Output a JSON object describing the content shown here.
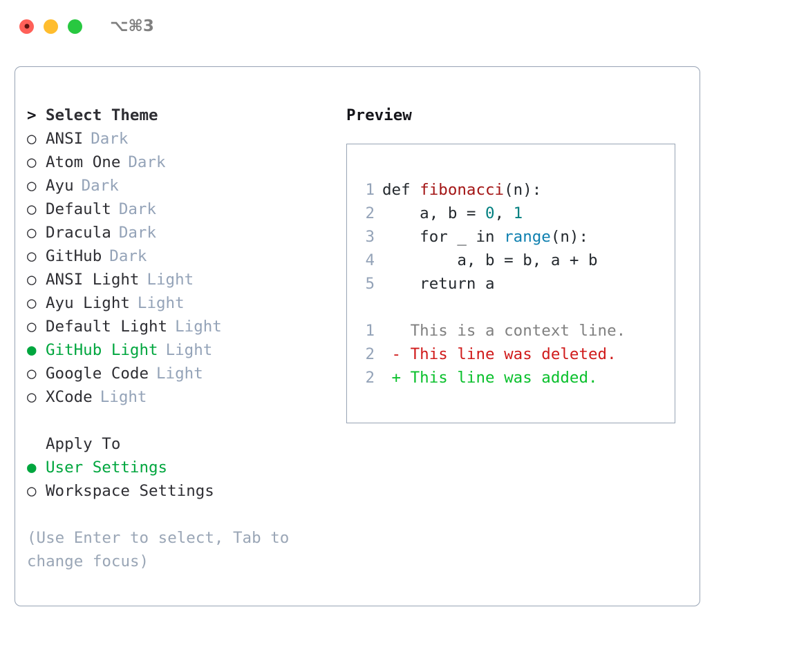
{
  "titlebar": {
    "traffic_lights": [
      {
        "name": "close",
        "color": "#ff6058"
      },
      {
        "name": "minimize",
        "color": "#ffbd2e"
      },
      {
        "name": "zoom",
        "color": "#28c840"
      }
    ],
    "shortcut": "⌥⌘3"
  },
  "colors": {
    "accent_green": "#00a63e",
    "muted": "#94a3b8",
    "text": "#2e2e33",
    "border": "#97a3b4",
    "diff_add": "#0ac02c",
    "diff_del": "#d01b1b",
    "code_func": "#a31515",
    "code_builtin": "#0f80b0",
    "code_num": "#007f7f"
  },
  "theme_picker": {
    "prompt_marker": ">",
    "title": "Select Theme",
    "bullet_empty": "○",
    "bullet_filled": "●",
    "items": [
      {
        "name": "ANSI",
        "tag": "Dark",
        "selected": false
      },
      {
        "name": "Atom One",
        "tag": "Dark",
        "selected": false
      },
      {
        "name": "Ayu",
        "tag": "Dark",
        "selected": false
      },
      {
        "name": "Default",
        "tag": "Dark",
        "selected": false
      },
      {
        "name": "Dracula",
        "tag": "Dark",
        "selected": false
      },
      {
        "name": "GitHub",
        "tag": "Dark",
        "selected": false
      },
      {
        "name": "ANSI Light",
        "tag": "Light",
        "selected": false
      },
      {
        "name": "Ayu Light",
        "tag": "Light",
        "selected": false
      },
      {
        "name": "Default Light",
        "tag": "Light",
        "selected": false
      },
      {
        "name": "GitHub Light",
        "tag": "Light",
        "selected": true
      },
      {
        "name": "Google Code",
        "tag": "Light",
        "selected": false
      },
      {
        "name": "XCode",
        "tag": "Light",
        "selected": false
      }
    ]
  },
  "apply_to": {
    "header": "Apply To",
    "options": [
      {
        "label": "User Settings",
        "selected": true
      },
      {
        "label": "Workspace Settings",
        "selected": false
      }
    ]
  },
  "hint": "(Use Enter to select, Tab to change focus)",
  "preview": {
    "title": "Preview",
    "code_lines": [
      {
        "no": "1",
        "tokens": [
          {
            "t": "def ",
            "c": "plain"
          },
          {
            "t": "fibonacci",
            "c": "func"
          },
          {
            "t": "(n):",
            "c": "plain"
          }
        ]
      },
      {
        "no": "2",
        "tokens": [
          {
            "t": "    a, b = ",
            "c": "plain"
          },
          {
            "t": "0",
            "c": "num"
          },
          {
            "t": ", ",
            "c": "plain"
          },
          {
            "t": "1",
            "c": "num"
          }
        ]
      },
      {
        "no": "3",
        "tokens": [
          {
            "t": "    for _ in ",
            "c": "plain"
          },
          {
            "t": "range",
            "c": "builtin"
          },
          {
            "t": "(n):",
            "c": "plain"
          }
        ]
      },
      {
        "no": "4",
        "tokens": [
          {
            "t": "        a, b = b, a + b",
            "c": "plain"
          }
        ]
      },
      {
        "no": "5",
        "tokens": [
          {
            "t": "    return a",
            "c": "plain"
          }
        ]
      },
      {
        "no": "",
        "tokens": []
      },
      {
        "no": "1",
        "tokens": [
          {
            "t": "   This is a context line.",
            "c": "ctx"
          }
        ]
      },
      {
        "no": "2",
        "tokens": [
          {
            "t": " - This line was deleted.",
            "c": "del"
          }
        ]
      },
      {
        "no": "2",
        "tokens": [
          {
            "t": " + This line was added.",
            "c": "add"
          }
        ]
      }
    ]
  }
}
